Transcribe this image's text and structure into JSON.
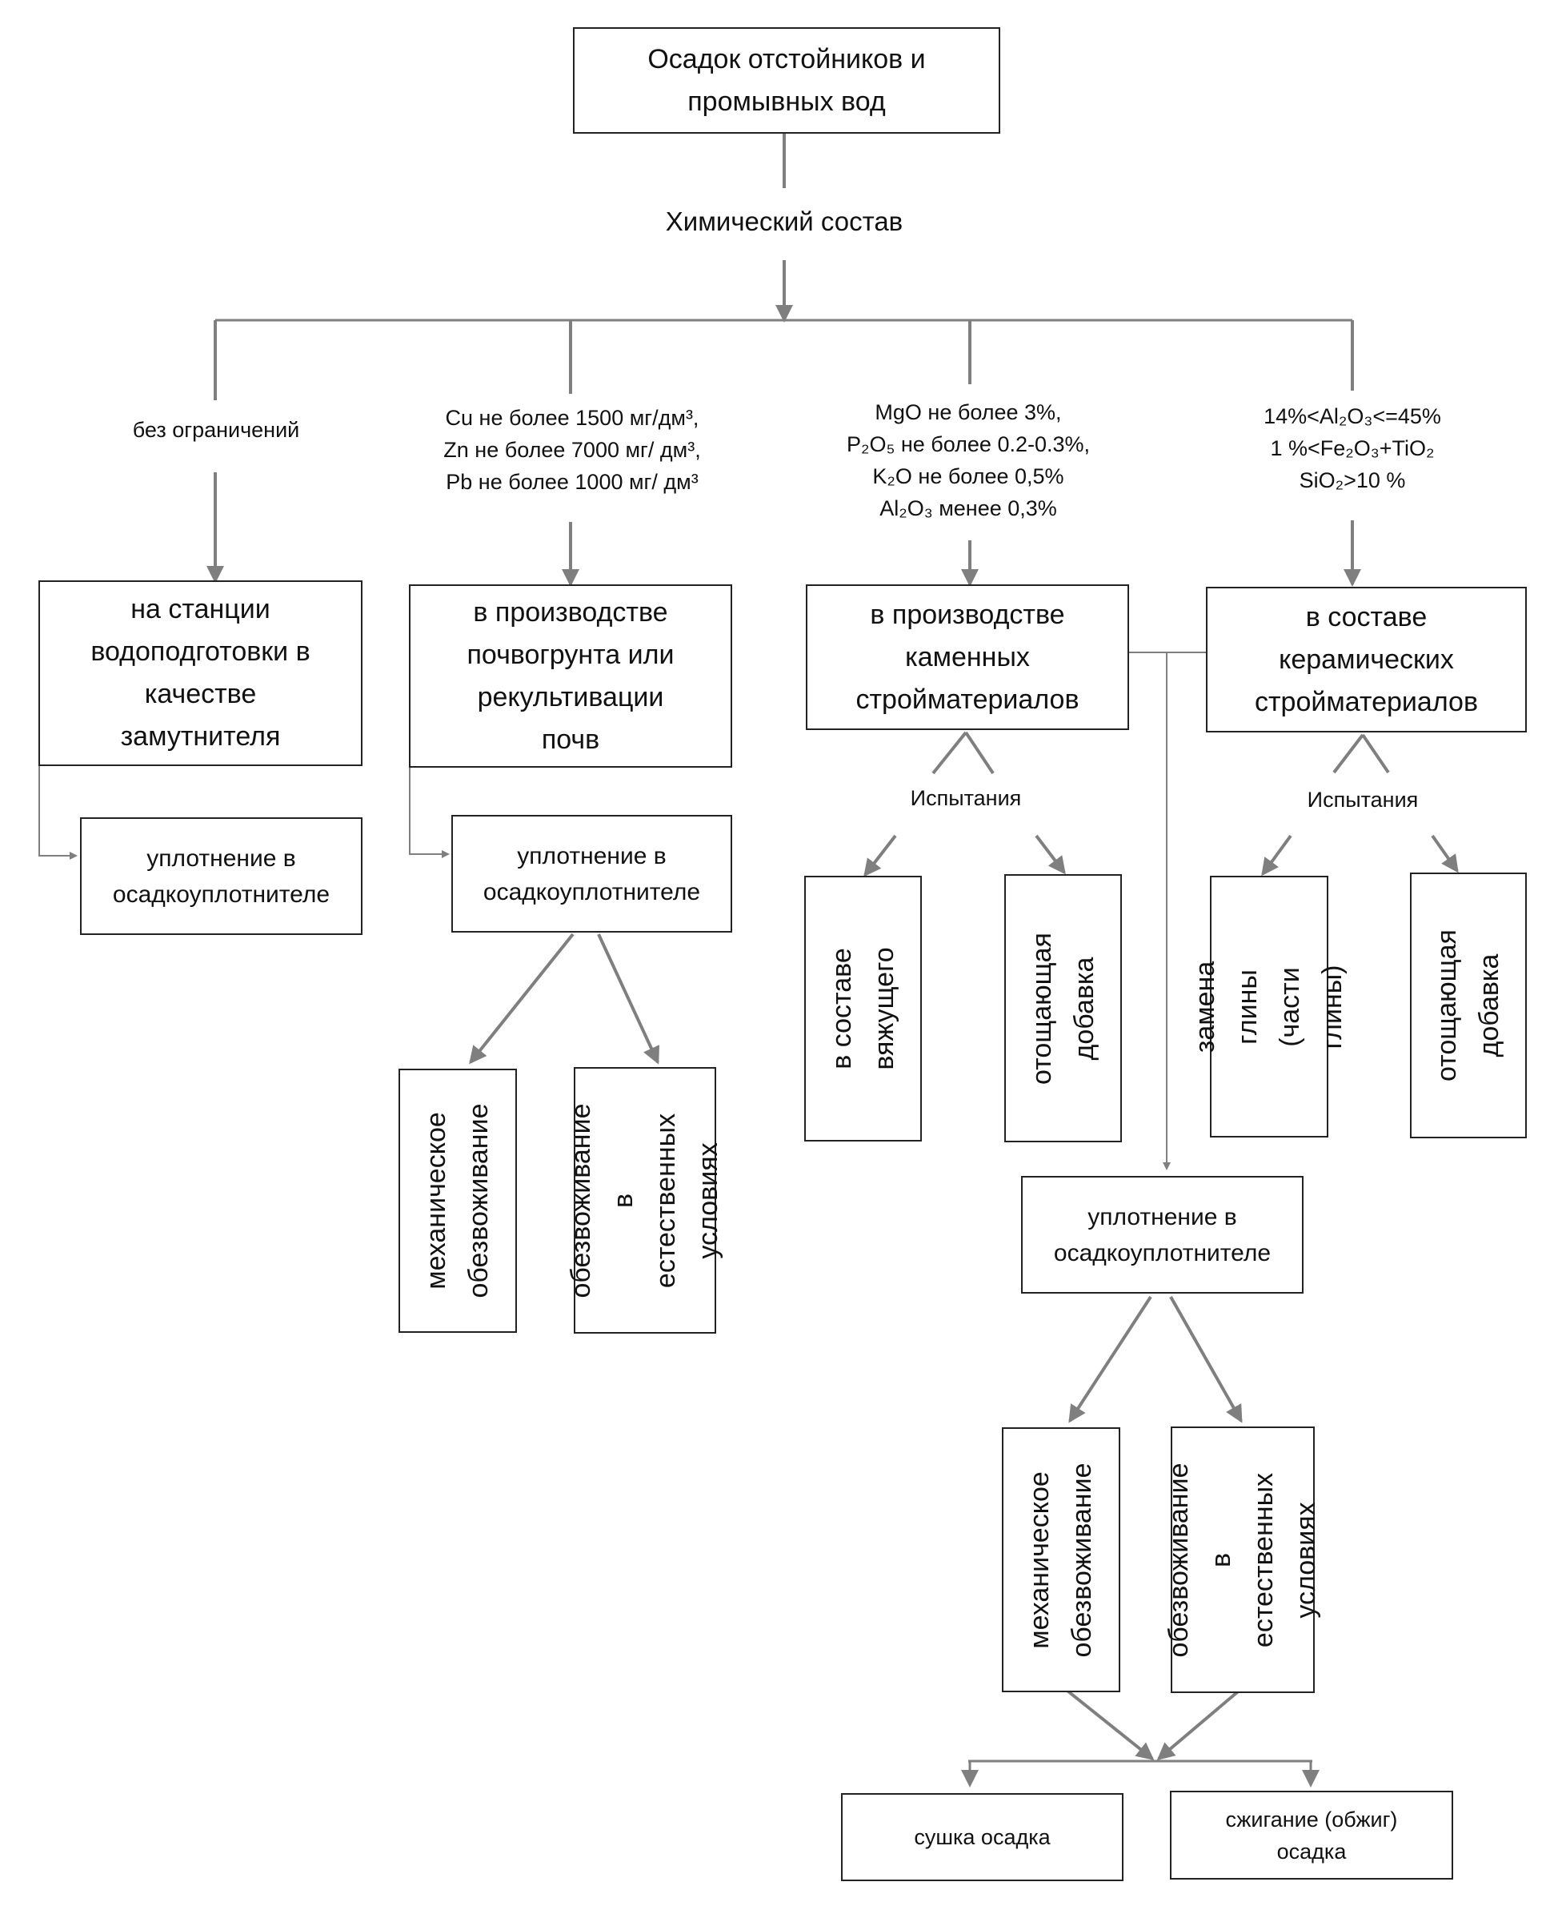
{
  "colors": {
    "line": "#7f7f7f",
    "border": "#222222"
  },
  "nodes": {
    "root": "Осадок отстойников и\nпромывных вод",
    "chem": "Химический состав",
    "crit1": "без ограничений",
    "crit2": "Cu не более 1500 мг/дм³,\nZn не более 7000 мг/ дм³,\nPb не более 1000 мг/ дм³",
    "crit3": "MgO не более 3%,\nP₂O₅ не более 0.2-0.3%,\nK₂O не более 0,5%\nAl₂O₃ менее 0,3%",
    "crit4": "14%<Al₂O₃<=45%\n1 %<Fe₂O₃+TiO₂\nSiO₂>10 %",
    "use1": "на станции\nводоподготовки в\nкачестве\nзамутнителя",
    "use2": "в производстве\nпочвогрунта или\nрекультивации\nпочв",
    "use3": "в производстве\nкаменных\nстройматериалов",
    "use4": "в составе\nкерамических\nстройматериалов",
    "comp1": "уплотнение в\nосадкоуплотнителе",
    "comp2": "уплотнение в\nосадкоуплотнителе",
    "comp3": "уплотнение в\nосадкоуплотнителе",
    "test3": "Испытания",
    "test4": "Испытания",
    "binder": "в составе\nвяжущего",
    "thin3": "отощающая\nдобавка",
    "clay": "замена глины\n(части глины)",
    "thin4": "отощающая\nдобавка",
    "mech2": "механическое\nобезвоживание",
    "nat2": "обезвоживание\nв естественных\nусловиях",
    "mech3": "механическое\nобезвоживание",
    "nat3": "обезвоживание\nв естественных\nусловиях",
    "dry": "сушка осадка",
    "burn": "сжигание (обжиг)\nосадка"
  }
}
